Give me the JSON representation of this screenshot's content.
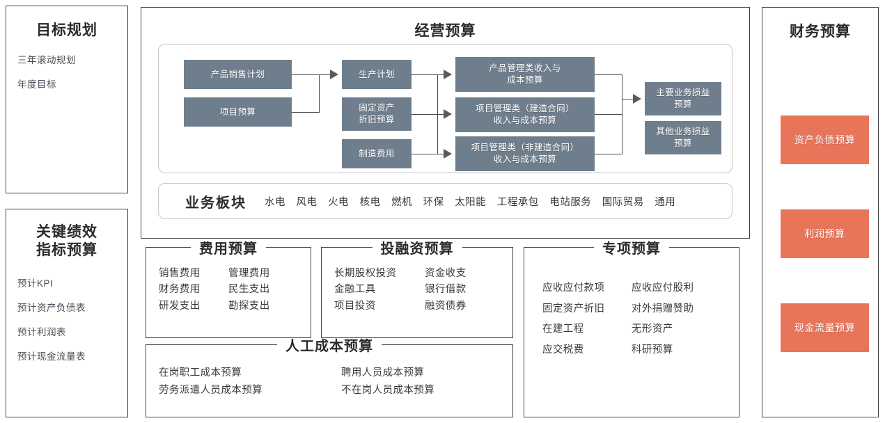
{
  "colors": {
    "node_grey": "#6F7E8C",
    "finance_orange": "#E8755A",
    "border_dark": "#3F3F3F",
    "text_dark": "#3A3A3A"
  },
  "goal_panel": {
    "title": "目标规划",
    "items": [
      "三年滚动规划",
      "年度目标"
    ]
  },
  "kpi_panel": {
    "title_line1": "关键绩效",
    "title_line2": "指标预算",
    "items": [
      "预计KPI",
      "预计资产负债表",
      "预计利润表",
      "预计现金流量表"
    ]
  },
  "operating_budget": {
    "title": "经营预算",
    "nodes": {
      "product_sales_plan": "产品销售计划",
      "project_budget": "项目预算",
      "production_plan": "生产计划",
      "fixed_asset_depreciation": "固定资产\n折旧预算",
      "fixed_asset_depreciation_l1": "固定资产",
      "fixed_asset_depreciation_l2": "折旧预算",
      "manufacturing_expense": "制造费用",
      "product_mgmt_revenue_l1": "产品管理类收入与",
      "product_mgmt_revenue_l2": "成本预算",
      "project_mgmt_contract_l1": "项目管理类（建造合同）",
      "project_mgmt_contract_l2": "收入与成本预算",
      "project_mgmt_noncontract_l1": "项目管理类（非建造合同）",
      "project_mgmt_noncontract_l2": "收入与成本预算",
      "main_business_pl_l1": "主要业务损益",
      "main_business_pl_l2": "预算",
      "other_business_pl_l1": "其他业务损益",
      "other_business_pl_l2": "预算"
    },
    "sector": {
      "label": "业务板块",
      "items": [
        "水电",
        "风电",
        "火电",
        "核电",
        "燃机",
        "环保",
        "太阳能",
        "工程承包",
        "电站服务",
        "国际贸易",
        "通用"
      ]
    }
  },
  "expense_budget": {
    "title": "费用预算",
    "col1": [
      "销售费用",
      "财务费用",
      "研发支出"
    ],
    "col2": [
      "管理费用",
      "民生支出",
      "勘探支出"
    ]
  },
  "investment_budget": {
    "title": "投融资预算",
    "col1": [
      "长期股权投资",
      "金融工具",
      "项目投资"
    ],
    "col2": [
      "资金收支",
      "银行借款",
      "融资债券"
    ]
  },
  "special_budget": {
    "title": "专项预算",
    "col1": [
      "应收应付款项",
      "固定资产折旧",
      "在建工程",
      "应交税费"
    ],
    "col2": [
      "应收应付股利",
      "对外捐赠赞助",
      "无形资产",
      "科研预算"
    ]
  },
  "labor_cost_budget": {
    "title": "人工成本预算",
    "col1": [
      "在岗职工成本预算",
      "劳务派遣人员成本预算"
    ],
    "col2": [
      "聘用人员成本预算",
      "不在岗人员成本预算"
    ]
  },
  "finance_panel": {
    "title": "财务预算",
    "cards": [
      "资产负债预算",
      "利润预算",
      "现金流量预算"
    ]
  }
}
